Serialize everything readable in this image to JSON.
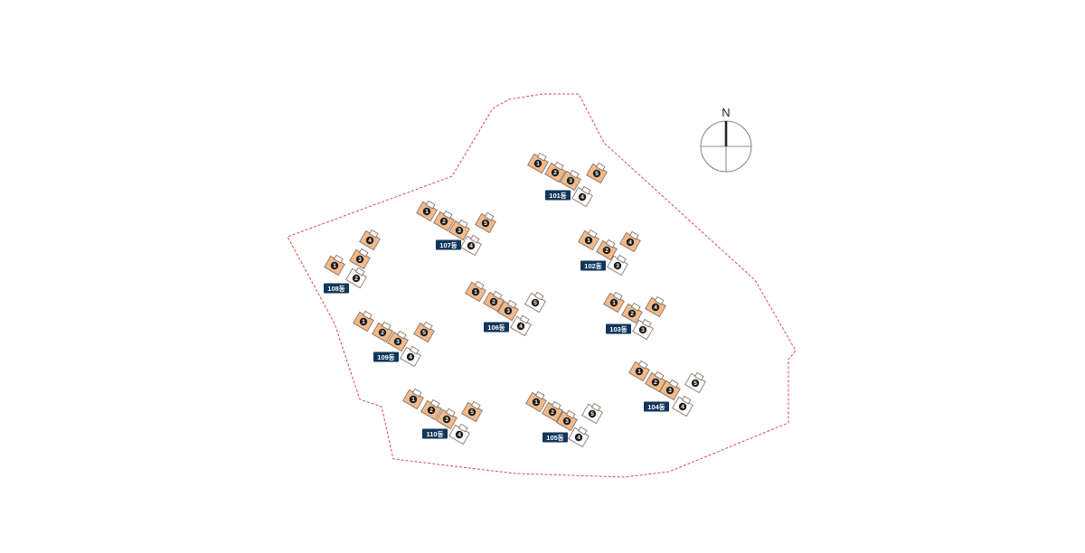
{
  "colors": {
    "unit_orange": "#f2b98a",
    "unit_white": "#ffffff",
    "boundary": "#d94b4b",
    "label_bg": "#10365a"
  },
  "compass": {
    "label": "N",
    "icon": "compass-north-icon"
  },
  "buildings": [
    {
      "id": "101",
      "label": "101동",
      "units": [
        {
          "num": "1",
          "type": "orange"
        },
        {
          "num": "2",
          "type": "orange"
        },
        {
          "num": "3",
          "type": "orange"
        },
        {
          "num": "4",
          "type": "white"
        },
        {
          "num": "5",
          "type": "orange"
        }
      ]
    },
    {
      "id": "102",
      "label": "102동",
      "units": [
        {
          "num": "1",
          "type": "orange"
        },
        {
          "num": "2",
          "type": "orange"
        },
        {
          "num": "3",
          "type": "white"
        },
        {
          "num": "4",
          "type": "orange"
        }
      ]
    },
    {
      "id": "103",
      "label": "103동",
      "units": [
        {
          "num": "1",
          "type": "orange"
        },
        {
          "num": "2",
          "type": "orange"
        },
        {
          "num": "3",
          "type": "white"
        },
        {
          "num": "4",
          "type": "orange"
        }
      ]
    },
    {
      "id": "104",
      "label": "104동",
      "units": [
        {
          "num": "1",
          "type": "orange"
        },
        {
          "num": "2",
          "type": "orange"
        },
        {
          "num": "3",
          "type": "orange"
        },
        {
          "num": "4",
          "type": "white"
        },
        {
          "num": "5",
          "type": "white"
        }
      ]
    },
    {
      "id": "105",
      "label": "105동",
      "units": [
        {
          "num": "1",
          "type": "orange"
        },
        {
          "num": "2",
          "type": "orange"
        },
        {
          "num": "3",
          "type": "orange"
        },
        {
          "num": "4",
          "type": "white"
        },
        {
          "num": "5",
          "type": "white"
        }
      ]
    },
    {
      "id": "106",
      "label": "106동",
      "units": [
        {
          "num": "1",
          "type": "orange"
        },
        {
          "num": "2",
          "type": "orange"
        },
        {
          "num": "3",
          "type": "orange"
        },
        {
          "num": "4",
          "type": "white"
        },
        {
          "num": "5",
          "type": "white"
        }
      ]
    },
    {
      "id": "107",
      "label": "107동",
      "units": [
        {
          "num": "1",
          "type": "orange"
        },
        {
          "num": "2",
          "type": "orange"
        },
        {
          "num": "3",
          "type": "orange"
        },
        {
          "num": "4",
          "type": "white"
        },
        {
          "num": "5",
          "type": "orange"
        }
      ]
    },
    {
      "id": "108",
      "label": "108동",
      "units": [
        {
          "num": "1",
          "type": "orange"
        },
        {
          "num": "2",
          "type": "white"
        },
        {
          "num": "3",
          "type": "orange"
        },
        {
          "num": "4",
          "type": "orange"
        }
      ]
    },
    {
      "id": "109",
      "label": "109동",
      "units": [
        {
          "num": "1",
          "type": "orange"
        },
        {
          "num": "2",
          "type": "orange"
        },
        {
          "num": "3",
          "type": "orange"
        },
        {
          "num": "4",
          "type": "white"
        },
        {
          "num": "5",
          "type": "orange"
        }
      ]
    },
    {
      "id": "110",
      "label": "110동",
      "units": [
        {
          "num": "1",
          "type": "orange"
        },
        {
          "num": "2",
          "type": "orange"
        },
        {
          "num": "3",
          "type": "orange"
        },
        {
          "num": "4",
          "type": "white"
        },
        {
          "num": "5",
          "type": "orange"
        }
      ]
    }
  ]
}
